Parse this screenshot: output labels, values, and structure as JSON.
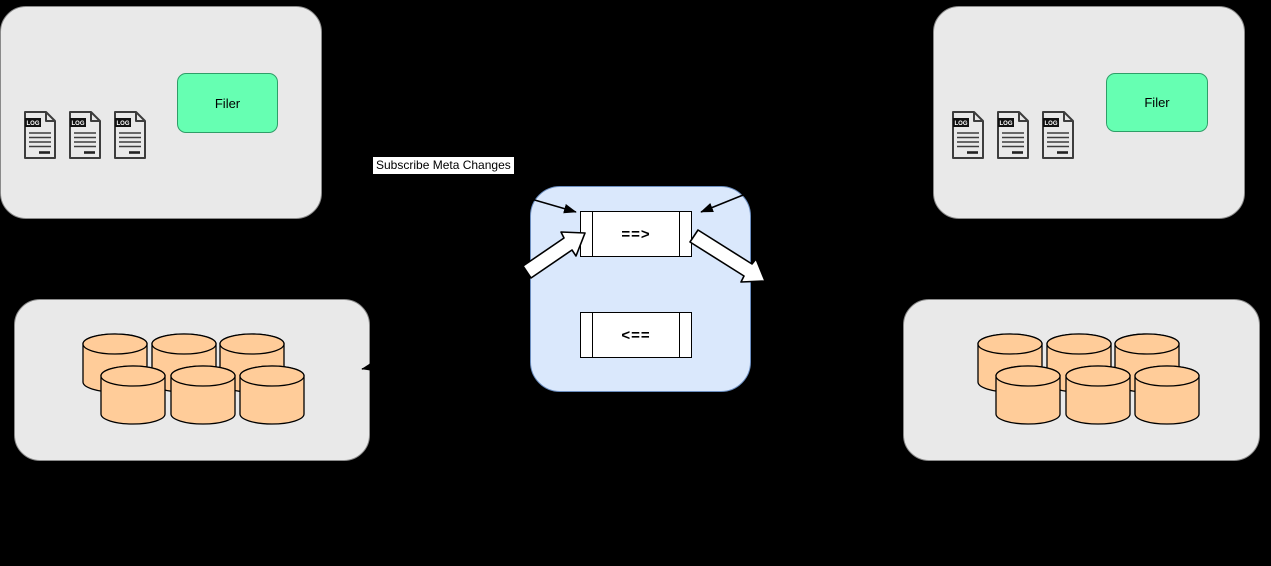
{
  "datacenter_left": {
    "filer_label": "Filer"
  },
  "datacenter_right": {
    "filer_label": "Filer"
  },
  "queue": {
    "forward_label": "==>",
    "backward_label": "<=="
  },
  "annotations": {
    "subscribe_label": "Subscribe Meta Changes"
  },
  "icons": {
    "log_label": "LOG"
  },
  "colors": {
    "background": "#000000",
    "group_box_fill": "#e9e9e9",
    "group_box_border": "#8a8a8a",
    "filer_fill": "#66ffb2",
    "filer_border": "#2f9e68",
    "queue_panel_fill": "#dae8fc",
    "queue_panel_border": "#6c8ebf",
    "queue_rect_fill": "#ffffff",
    "cylinder_fill": "#ffcc99",
    "label_bg": "#ffffff"
  }
}
